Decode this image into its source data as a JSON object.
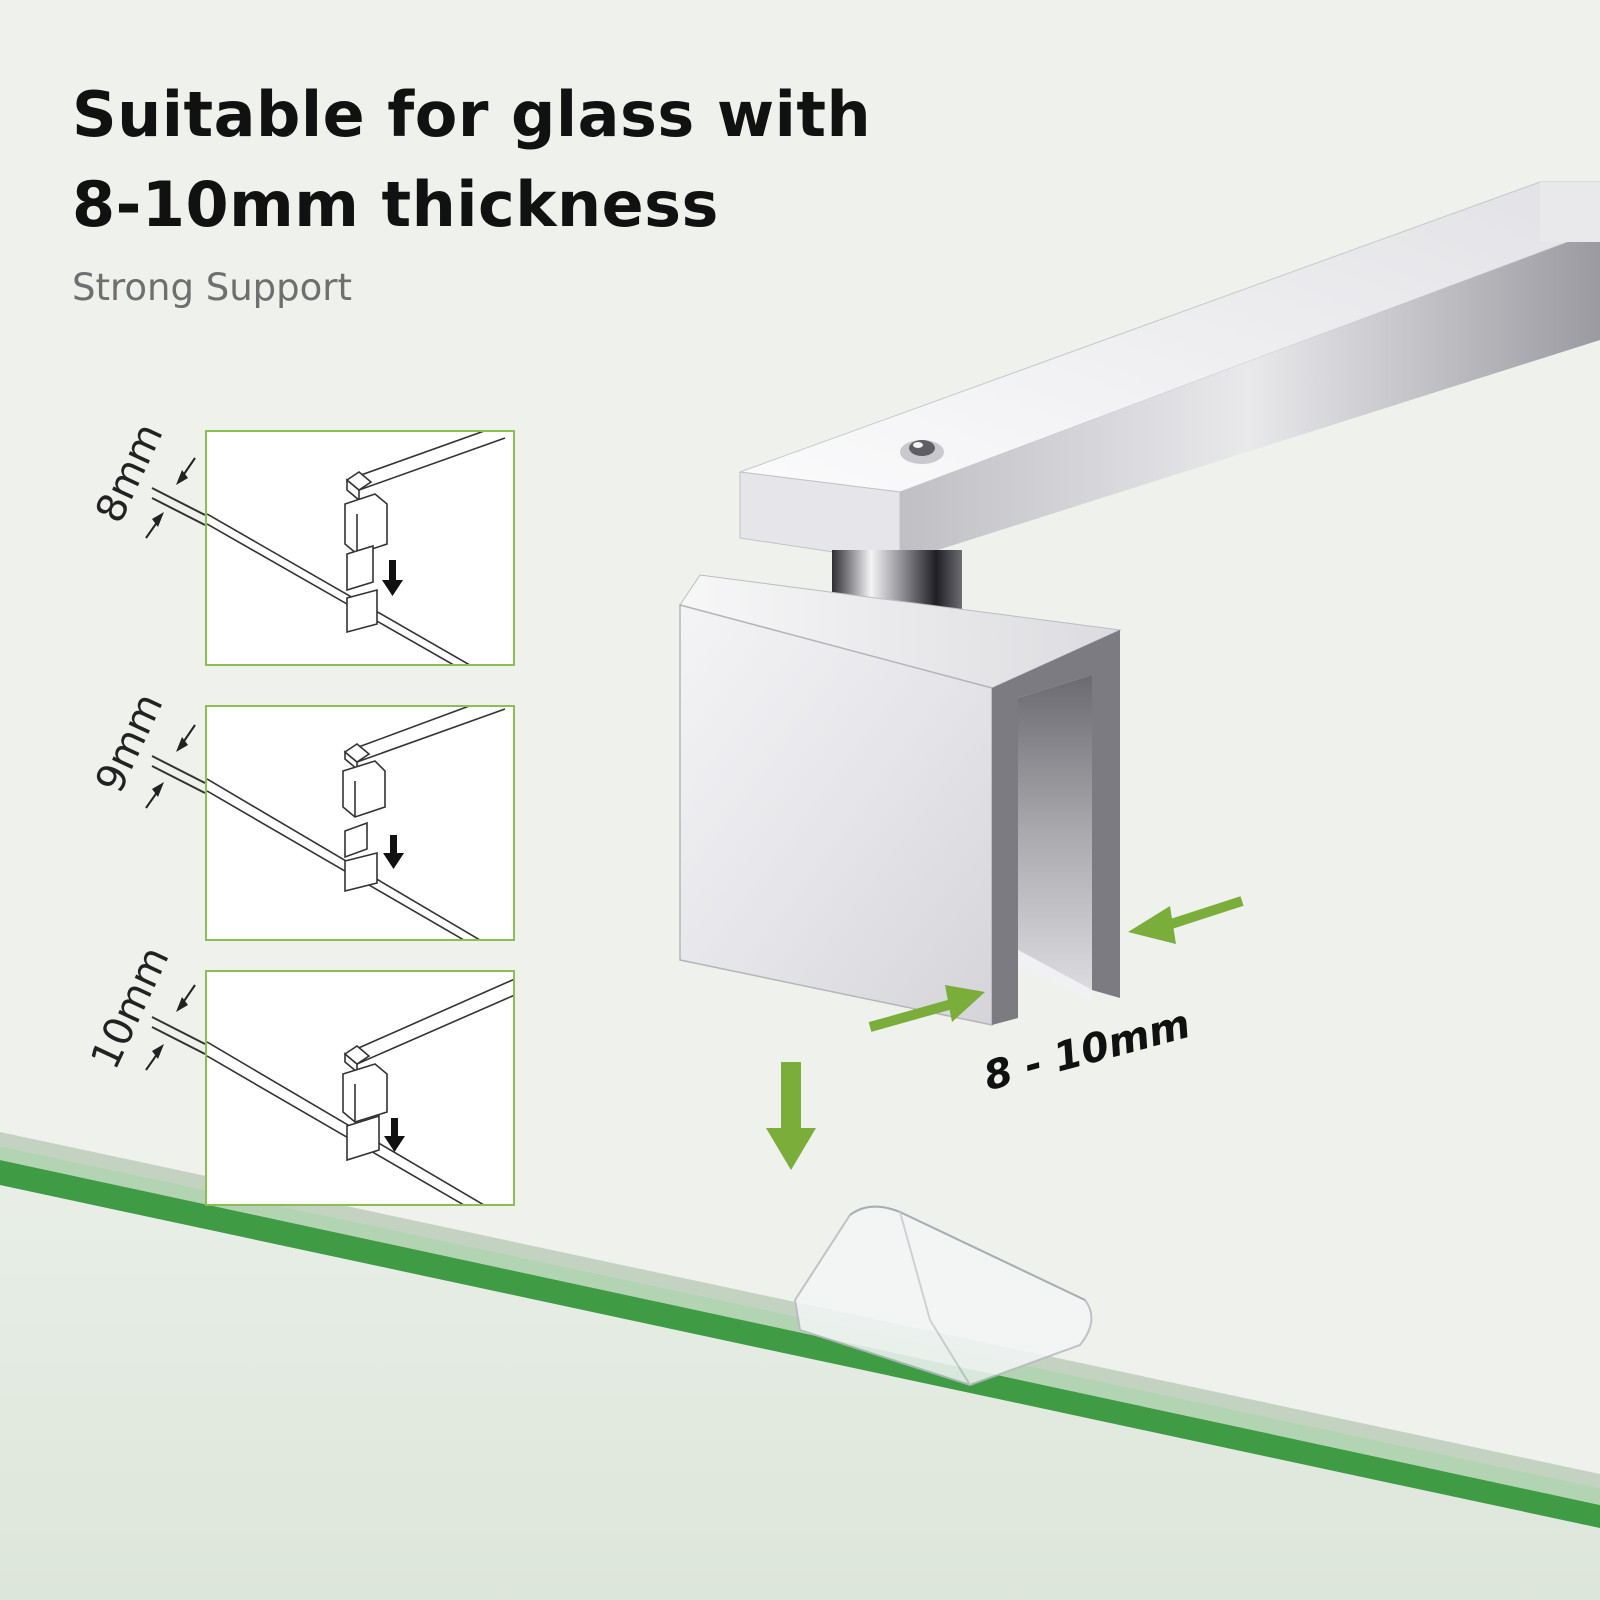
{
  "heading": {
    "line1": "Suitable for glass with",
    "line2": "8-10mm thickness",
    "subtitle": "Strong Support"
  },
  "diagrams": [
    {
      "thickness_label": "8mm"
    },
    {
      "thickness_label": "9mm"
    },
    {
      "thickness_label": "10mm"
    }
  ],
  "dimension_label": "8 - 10mm",
  "colors": {
    "accent_green": "#7aad3a",
    "panel_border": "#8cbf52",
    "glass_edge": "#3f9b44",
    "background": "#eef1ec"
  },
  "icons": [
    "arrow-down-icon",
    "arrow-right-icon",
    "arrow-left-icon"
  ]
}
